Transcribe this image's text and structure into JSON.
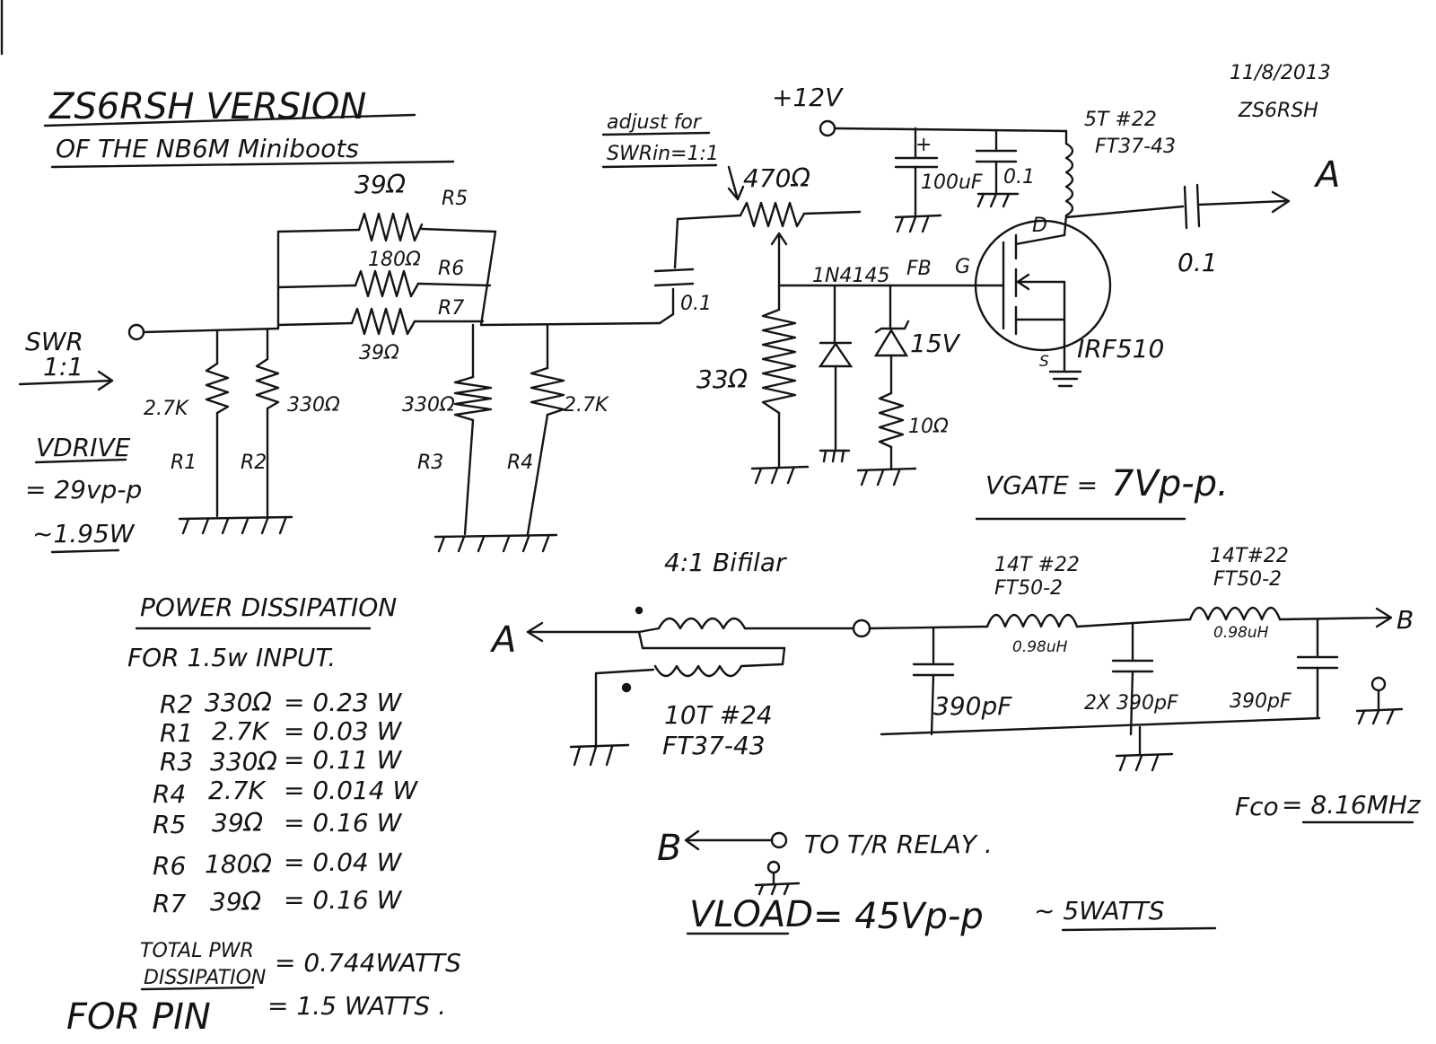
{
  "header": {
    "title_line1": "ZS6RSH VERSION",
    "title_line2": "OF THE NB6M Miniboots",
    "date": "11/8/2013",
    "callsign": "ZS6RSH"
  },
  "input": {
    "swr": "SWR",
    "swr_ratio": "1:1",
    "vdrive": "VDRIVE",
    "vdrive_value": "= 29vp-p",
    "vdrive_power": "~1.95W"
  },
  "resistors": {
    "r5_value": "39Ω",
    "r5_label": "R5",
    "r6_value": "180Ω",
    "r6_label": "R6",
    "r7_value": "39Ω",
    "r7_label": "R7",
    "r1_value": "2.7K",
    "r1_label": "R1",
    "r2_value": "330Ω",
    "r2_label": "R2",
    "r3_value": "330Ω",
    "r3_label": "R3",
    "r4_value": "2.7K",
    "r4_label": "R4"
  },
  "gate_circuit": {
    "cap_coupling": "0.1",
    "adjust_note_line1": "adjust for",
    "adjust_note_line2": "SWRin=1:1",
    "pot": "470Ω",
    "r_bias": "33Ω",
    "diode": "1N4145",
    "fb": "FB",
    "zener": "15V",
    "r_zener": "10Ω"
  },
  "supply": {
    "vcc": "+12V",
    "cap_electrolytic_plus": "+",
    "cap_electrolytic": "100uF",
    "cap_bypass": "0.1",
    "choke_line1": "5T #22",
    "choke_line2": "FT37-43"
  },
  "mosfet": {
    "drain": "D",
    "gate": "G",
    "source": "S",
    "part": "IRF510",
    "out_cap": "0.1",
    "out_node": "A"
  },
  "vgate": {
    "label": "VGATE =",
    "value": "7Vp-p."
  },
  "output_network": {
    "transformer": "4:1 Bifilar",
    "transformer_wind_line1": "10T #24",
    "transformer_wind_line2": "FT37-43",
    "in_node": "A",
    "l1_line1": "14T #22",
    "l1_line2": "FT50-2",
    "l1_value": "0.98uH",
    "l2_line1": "14T#22",
    "l2_line2": "FT50-2",
    "l2_value": "0.98uH",
    "c1": "390pF",
    "c2": "2X 390pF",
    "c3": "390pF",
    "out_node": "B",
    "fco_label": "Fco",
    "fco_value": "= 8.16MHz"
  },
  "relay": {
    "b_label": "B",
    "to_relay": "TO T/R RELAY .",
    "vload": "VLOAD",
    "vload_value": "= 45Vp-p",
    "vload_power": "~ 5WATTS"
  },
  "power_dissipation": {
    "title": "POWER DISSIPATION",
    "subtitle": "FOR 1.5w INPUT.",
    "rows": [
      {
        "name": "R2",
        "value": "330Ω",
        "power": "= 0.23 W"
      },
      {
        "name": "R1",
        "value": "2.7K",
        "power": "= 0.03 W"
      },
      {
        "name": "R3",
        "value": "330Ω",
        "power": "= 0.11 W"
      },
      {
        "name": "R4",
        "value": "2.7K",
        "power": "= 0.014 W"
      },
      {
        "name": "R5",
        "value": "39Ω",
        "power": "= 0.16 W"
      },
      {
        "name": "R6",
        "value": "180Ω",
        "power": "= 0.04 W"
      },
      {
        "name": "R7",
        "value": "39Ω",
        "power": "= 0.16 W"
      }
    ],
    "total_label_line1": "TOTAL PWR",
    "total_label_line2": "DISSIPATION",
    "total_value": "= 0.744WATTS",
    "pin_label": "FOR PIN",
    "pin_value": "= 1.5 WATTS ."
  }
}
